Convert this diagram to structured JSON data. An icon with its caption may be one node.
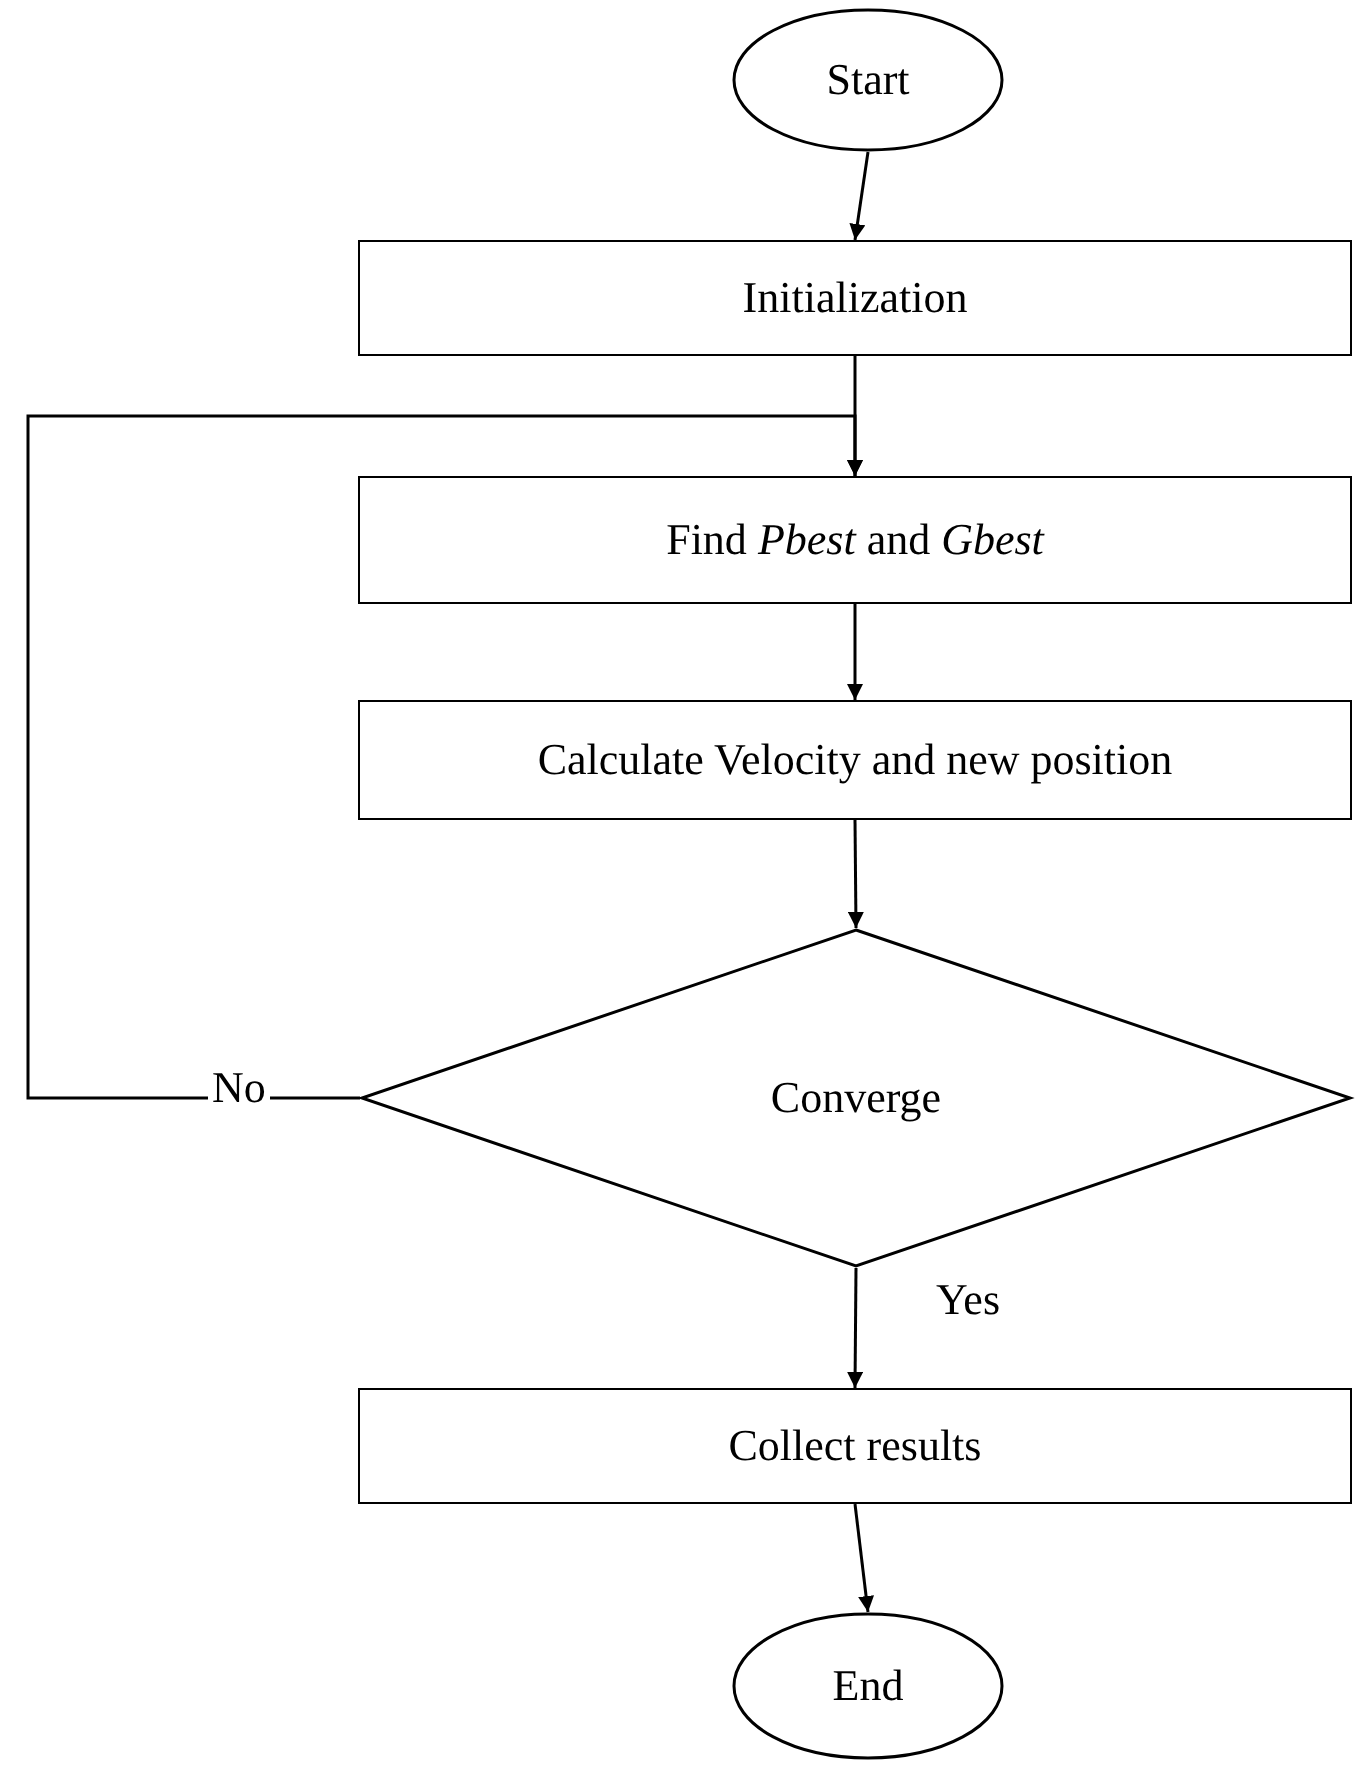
{
  "diagram": {
    "nodes": [
      {
        "text": [
          "Start"
        ]
      },
      {
        "text": [
          "Initialization"
        ]
      },
      {
        "text": [
          "Find *Pbest* and *Gbest*"
        ]
      },
      {
        "text": [
          "Calculate Velocity and new position"
        ]
      },
      {
        "text": [
          "Converge"
        ]
      },
      {
        "text": [
          "Collect results"
        ]
      },
      {
        "text": [
          "End"
        ]
      }
    ],
    "edges": [
      {
        "from": 0,
        "to": 1,
        "arrow": "to"
      },
      {
        "from": 1,
        "to": 2,
        "arrow": "to"
      },
      {
        "from": 2,
        "to": 3,
        "arrow": "to"
      },
      {
        "from": 3,
        "to": 4,
        "arrow": "to"
      },
      {
        "from": 4,
        "to": 2,
        "label": "No",
        "arrow": "to"
      },
      {
        "from": 4,
        "to": 5,
        "label": "Yes",
        "arrow": "to"
      },
      {
        "from": 5,
        "to": 6,
        "arrow": "to"
      }
    ]
  }
}
